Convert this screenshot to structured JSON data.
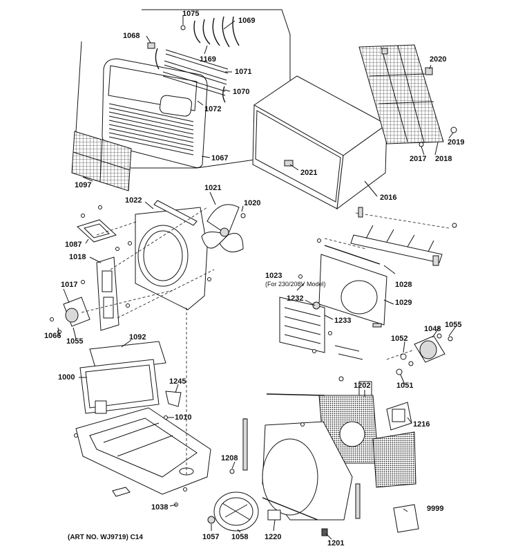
{
  "footer": "(ART NO. WJ9719) C14",
  "parts": {
    "p1075": "1075",
    "p1069": "1069",
    "p1068": "1068",
    "p1169": "1169",
    "p1071": "1071",
    "p1070": "1070",
    "p1072": "1072",
    "p1067": "1067",
    "p1097": "1097",
    "p2020": "2020",
    "p2019": "2019",
    "p2017": "2017",
    "p2018": "2018",
    "p2021": "2021",
    "p2016": "2016",
    "p1021": "1021",
    "p1022": "1022",
    "p1020": "1020",
    "p1087": "1087",
    "p1018": "1018",
    "p1017": "1017",
    "p1066": "1066",
    "p1055a": "1055",
    "p1092": "1092",
    "p1000": "1000",
    "p1245": "1245",
    "p1010": "1010",
    "p1038": "1038",
    "p1023": "1023",
    "p1023note": "(For 230/208V Model)",
    "p1232": "1232",
    "p1233": "1233",
    "p1028": "1028",
    "p1029": "1029",
    "p1048": "1048",
    "p1055b": "1055",
    "p1052": "1052",
    "p1051": "1051",
    "p1202": "1202",
    "p1216": "1216",
    "p1208": "1208",
    "p9999": "9999",
    "p1057": "1057",
    "p1058": "1058",
    "p1220": "1220",
    "p1201": "1201"
  }
}
